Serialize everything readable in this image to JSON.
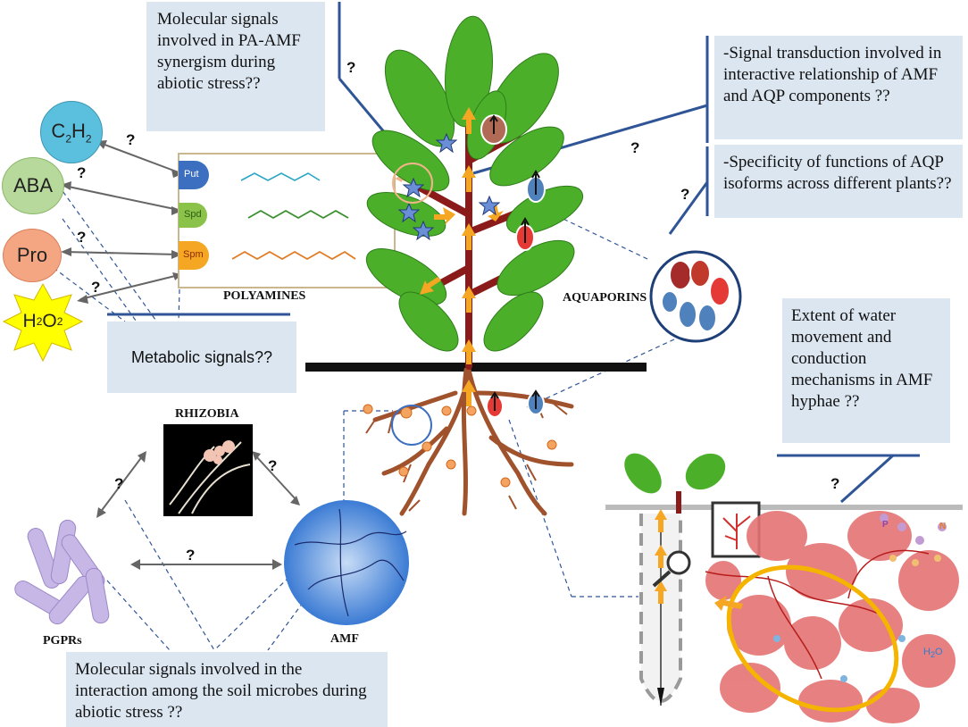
{
  "boxes": {
    "pa_amf": "Molecular signals involved in PA-AMF synergism during abiotic stress??",
    "signal_transduction": "-Signal transduction involved in interactive relationship of AMF and AQP components ??",
    "specificity": "-Specificity of functions of AQP isoforms across different plants??",
    "metabolic": "Metabolic signals??",
    "water_movement": "Extent of water movement and conduction mechanisms in AMF hyphae ??",
    "soil_microbes": "Molecular signals involved in the interaction among the soil microbes during abiotic stress ??"
  },
  "labels": {
    "polyamines": "POLYAMINES",
    "aquaporins": "AQUAPORINS",
    "rhizobia": "RHIZOBIA",
    "pgprs": "PGPRs",
    "amf": "AMF",
    "h2o": "H2O",
    "p": "P",
    "n": "N"
  },
  "signals": {
    "c2h2": "C2H2",
    "aba": "ABA",
    "pro": "Pro",
    "h2o2": "H2O2"
  },
  "polyamines": {
    "put": "Put",
    "spd": "Spd",
    "spm": "Spm"
  },
  "question_mark": "?",
  "colors": {
    "box_fill": "#dce6f1",
    "leaf_green": "#4caf2a",
    "stem": "#8b1a1a",
    "root": "#a0522d",
    "arrow": "#f5a623",
    "line_blue": "#2f5597",
    "soil_red": "#d9534f"
  }
}
